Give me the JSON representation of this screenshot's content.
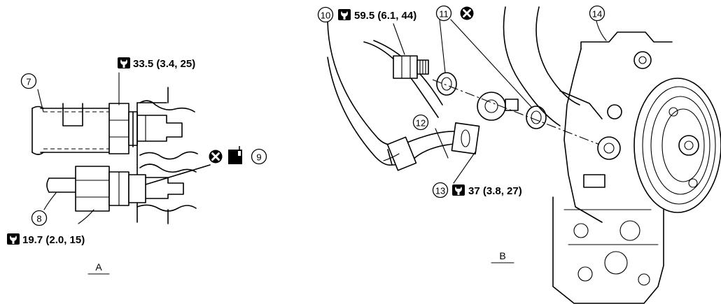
{
  "views": {
    "a": "A",
    "b": "B"
  },
  "callouts": {
    "c7": "7",
    "c8": "8",
    "c9": "9",
    "c10": "10",
    "c11": "11",
    "c12": "12",
    "c13": "13",
    "c14": "14"
  },
  "torques": {
    "t_top_a": "33.5 (3.4, 25)",
    "t_bottom_a": "19.7 (2.0, 15)",
    "t_10": "59.5 (6.1, 44)",
    "t_13": "37 (3.8, 27)"
  },
  "icons": {
    "torque": "torque-wrench-icon",
    "do_not_reuse": "do-not-reuse-x-icon",
    "fluid": "fluid-application-icon"
  },
  "colors": {
    "ink": "#000000",
    "paper": "#ffffff"
  }
}
